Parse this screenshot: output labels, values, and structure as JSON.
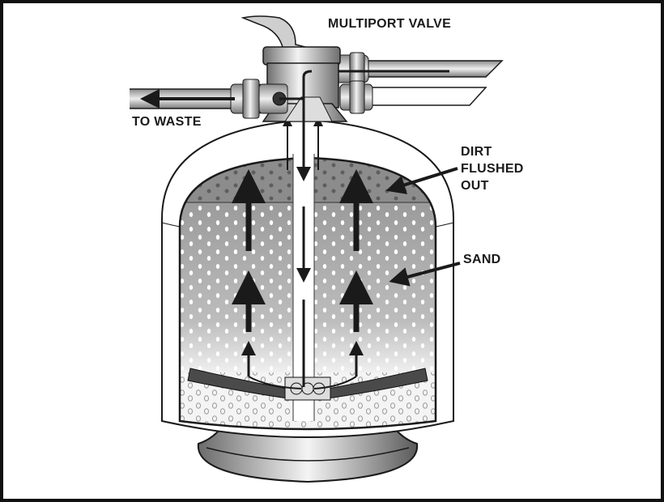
{
  "diagram": {
    "title": "Sand filter backwash flow",
    "labels": {
      "multiport_valve": "MULTIPORT VALVE",
      "to_waste": "TO WASTE",
      "dirt_line1": "DIRT",
      "dirt_line2": "FLUSHED",
      "dirt_line3": "OUT",
      "sand": "SAND"
    },
    "colors": {
      "border": "#111111",
      "ink": "#1a1a1a",
      "dirt_layer": "#8a8a8a",
      "sand_layer": "#a9a9a9",
      "metal_light": "#e6e6e6",
      "metal_dark": "#7a7a7a"
    }
  }
}
